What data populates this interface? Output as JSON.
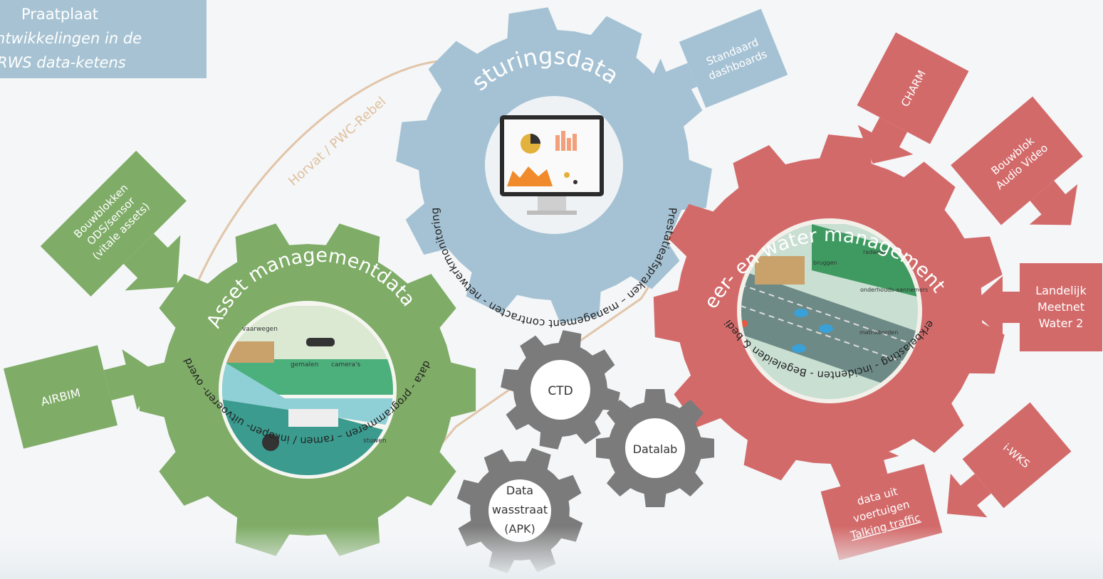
{
  "title": {
    "line1": "Praatplaat",
    "line2": "ntwikkelingen in de",
    "line3": "RWS data-ketens"
  },
  "arc_label": "Horvat / PWC-Rebel",
  "colors": {
    "green": "#7fac67",
    "blue": "#a5c2d4",
    "red": "#d36a6a",
    "grey": "#7b7b7b",
    "arc": "#e2c5a8"
  },
  "gears": {
    "asset": {
      "title": "Asset managementdata",
      "ring": "Areaaldata - programmeren – ramen / inkopen- uitvoeren- overdragen",
      "labels": [
        "vaarwegen",
        "gemalen",
        "camera's",
        "stuwen"
      ]
    },
    "sturing": {
      "title": "sturingsdata",
      "ring": "Prestatieafspraken – management contracten - netwerkmonitoring"
    },
    "verkeer": {
      "title": "Verkeer- en water management data",
      "ring": "Netwerkbelasting - incidenten - Begeleiden & bedienen",
      "labels": [
        "radarpo",
        "bruggen",
        "onderhouds-aannemers",
        "matrixborden"
      ]
    },
    "small": [
      {
        "label": "CTD"
      },
      {
        "label": "Datalab"
      },
      {
        "label_lines": [
          "Data",
          "wasstraat",
          "(APK)"
        ]
      }
    ]
  },
  "arrows": {
    "bouwblokken_ods": [
      "Bouwblokken",
      "ODS/sensor",
      "(vitale assets)"
    ],
    "airbim": "AIRBIM",
    "standaard_dashboards": [
      "Standaard",
      "dashboards"
    ],
    "charm": "CHARM",
    "bouwblok_av": [
      "Bouwblok",
      "Audio Video"
    ],
    "landelijk": [
      "Landelijk",
      "Meetnet",
      "Water 2"
    ],
    "iwks": "i-WKS",
    "data_voertuigen": [
      "data uit",
      "voertuigen",
      "Talking traffic"
    ]
  }
}
